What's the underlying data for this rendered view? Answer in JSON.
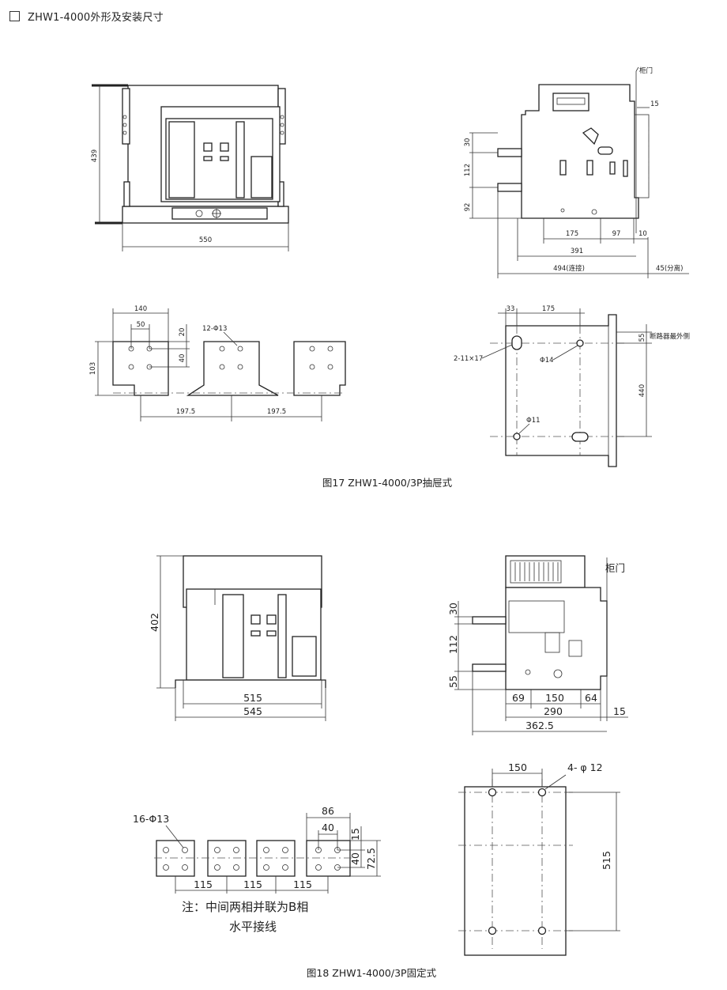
{
  "header": {
    "title": "ZHW1-4000外形及安装尺寸"
  },
  "fig17": {
    "caption": "图17  ZHW1-4000/3P抽屉式",
    "front": {
      "height": "439",
      "width": "550"
    },
    "side": {
      "door": "柜门",
      "d15": "15",
      "d30": "30",
      "d112": "112",
      "d92": "92",
      "d175": "175",
      "d97": "97",
      "d10": "10",
      "d391": "391",
      "d494": "494(连接)",
      "d45": "45(分离)"
    },
    "terminal": {
      "d140": "140",
      "d50": "50",
      "d20": "20",
      "d40": "40",
      "holes": "12-Φ13",
      "d103": "103",
      "d197a": "197.5",
      "d197b": "197.5"
    },
    "mount": {
      "d33": "33",
      "d175": "175",
      "d55": "55",
      "outer": "断路器最外侧",
      "slot": "2-11×17",
      "h14": "Φ14",
      "d440": "440",
      "h11": "Φ11"
    }
  },
  "fig18": {
    "caption": "图18  ZHW1-4000/3P固定式",
    "front": {
      "height": "402",
      "w515": "515",
      "w545": "545"
    },
    "side": {
      "door": "柜门",
      "d30": "30",
      "d112": "112",
      "d55": "55",
      "d69": "69",
      "d150": "150",
      "d64": "64",
      "d290": "290",
      "d15": "15",
      "d362": "362.5"
    },
    "terminal": {
      "holes": "16-Φ13",
      "d86": "86",
      "d40a": "40",
      "d15": "15",
      "d40b": "40",
      "d725": "72.5",
      "d115a": "115",
      "d115b": "115",
      "d115c": "115",
      "note1": "注：中间两相并联为B相",
      "note2": "水平接线"
    },
    "mount": {
      "d150": "150",
      "holes": "4- φ 12",
      "d515": "515"
    }
  }
}
